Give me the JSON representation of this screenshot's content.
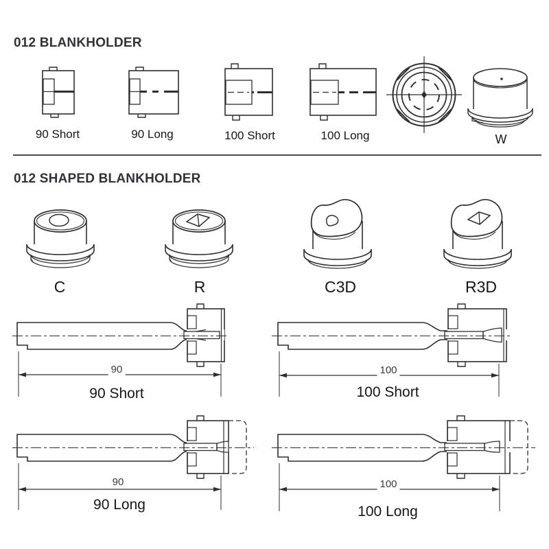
{
  "colors": {
    "heading": "#31323a",
    "label": "#15161a",
    "line": "#2e2e2e",
    "dim": "#3c3c3c",
    "divider": "#4a4a4a"
  },
  "section_blankholder": {
    "heading": "012 BLANKHOLDER",
    "variants": [
      {
        "label": "90 Short"
      },
      {
        "label": "90 Long"
      },
      {
        "label": "100 Short"
      },
      {
        "label": "100 Long"
      }
    ],
    "w_label": "W"
  },
  "section_shaped": {
    "heading": "012 SHAPED BLANKHOLDER",
    "variants": [
      {
        "label": "C"
      },
      {
        "label": "R"
      },
      {
        "label": "C3D"
      },
      {
        "label": "R3D"
      }
    ]
  },
  "dimension_drawings": [
    {
      "label": "90 Short",
      "dimension": "90"
    },
    {
      "label": "100 Short",
      "dimension": "100"
    },
    {
      "label": "90 Long",
      "dimension": "90"
    },
    {
      "label": "100 Long",
      "dimension": "100"
    }
  ]
}
